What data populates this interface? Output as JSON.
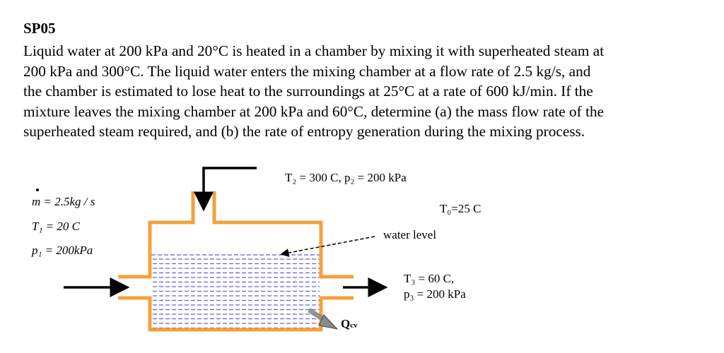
{
  "title": "SP05",
  "problem_lines": [
    "Liquid water at 200 kPa and 20°C is heated in a chamber by mixing it with superheated steam at",
    "200 kPa and 300°C. The liquid water enters the mixing chamber at a flow rate of 2.5 kg/s, and",
    "the chamber is estimated to lose heat to the surroundings at 25°C at a rate of 600 kJ/min. If the",
    "mixture leaves the mixing chamber at 200 kPa and 60°C, determine (a) the mass flow rate of the",
    "superheated steam required, and (b) the rate of entropy generation during the mixing process."
  ],
  "diagram": {
    "inlet1": {
      "mdot": "m = 2.5kg / s",
      "T1": "T₁ = 20 C",
      "p1": "p₁ = 200kPa"
    },
    "inlet2": "T₂ = 300 C, p₂ = 200 kPa",
    "surroundings": "T₀=25 C",
    "water_level": "water level",
    "outlet_T": "T₃ = 60 C,",
    "outlet_p": "p₃ = 200 kPa",
    "heat_label": "Q",
    "heat_sub": "cv",
    "colors": {
      "chamber": "#f4a13a",
      "water": "#5a5fd0",
      "heat_arrow": "#8a8a8a"
    }
  }
}
